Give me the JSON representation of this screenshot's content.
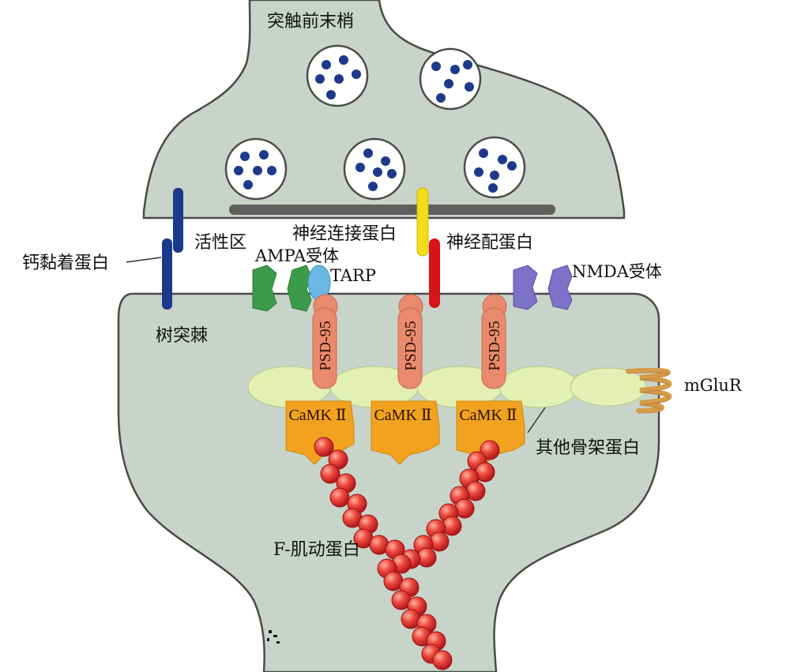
{
  "labels": {
    "presynaptic_terminal": "突触前末梢",
    "cadherin": "钙黏着蛋白",
    "active_zone": "活性区",
    "neurexin": "神经连接蛋白",
    "neuroligin": "神经配蛋白",
    "ampa_receptor": "AMPA受体",
    "tarp": "TARP",
    "nmda_receptor": "NMDA受体",
    "dendritic_spine": "树突棘",
    "mglur": "mGluR",
    "other_scaffold": "其他骨架蛋白",
    "f_actin": "F-肌动蛋白"
  },
  "psd95": [
    "PSD-95",
    "PSD-95",
    "PSD-95"
  ],
  "camk": [
    "CaMK Ⅱ",
    "CaMK Ⅱ",
    "CaMK Ⅱ"
  ],
  "colors": {
    "membrane_fill": "#c8d4c9",
    "membrane_stroke": "#4a4a4a",
    "vesicle_dot": "#1d3a8a",
    "active_zone": "#5f5f5f",
    "cadherin": "#1c3a8c",
    "neurexin": "#f2dc1c",
    "neuroligin": "#d7141c",
    "ampa": "#3c9b4a",
    "tarp": "#69b8e3",
    "nmda": "#7d72c8",
    "psd95": "#e98a6c",
    "scaffold": "#e4efb4",
    "camk": "#f2a21e",
    "actin": "#e0302c",
    "mglur": "#d69a48"
  }
}
